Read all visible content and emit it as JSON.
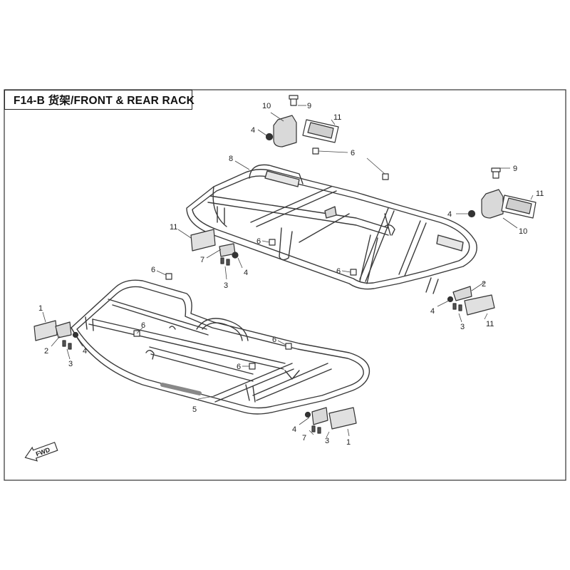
{
  "title": "F14-B 货架/FRONT & REAR RACK",
  "fwd_label": "FWD",
  "callouts": {
    "c9a": "9",
    "c10a": "10",
    "c11a": "11",
    "c4a": "4",
    "c8": "8",
    "c6a": "6",
    "c9b": "9",
    "c11b": "11",
    "c4b": "4",
    "c10b": "10",
    "c11c": "11",
    "c6b": "6",
    "c7a": "7",
    "c4c": "4",
    "c3a": "3",
    "c6c": "6",
    "c6d": "6",
    "c2a": "2",
    "c4d": "4",
    "c3b": "3",
    "c11d": "11",
    "c1a": "1",
    "c2b": "2",
    "c4e": "4",
    "c3c": "3",
    "c6e": "6",
    "c6f": "6",
    "c6g": "6",
    "c5": "5",
    "c4f": "4",
    "c7b": "7",
    "c3d": "3",
    "c1b": "1"
  },
  "colors": {
    "line": "#3a3a3a",
    "tube_fill": "#ffffff",
    "plate": "#d9d9d9",
    "ink": "#222222"
  }
}
